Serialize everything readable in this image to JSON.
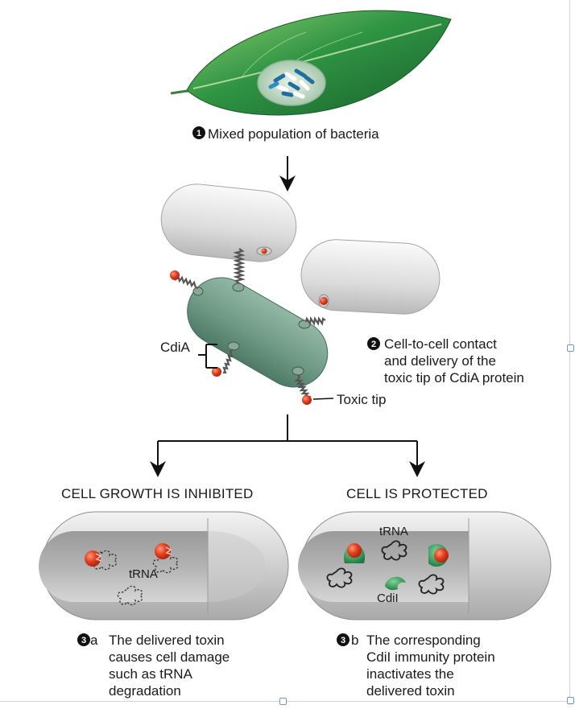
{
  "steps": {
    "s1": {
      "num": "❶",
      "text": "Mixed population of bacteria"
    },
    "s2": {
      "num": "❷",
      "lines": [
        "Cell-to-cell contact",
        "and delivery of the",
        "toxic tip of CdiA protein"
      ]
    },
    "s3a": {
      "num": "❸",
      "letter": "a",
      "lines": [
        "The delivered toxin",
        "causes cell damage",
        "such as tRNA",
        "degradation"
      ]
    },
    "s3b": {
      "num": "❸",
      "letter": "b",
      "lines": [
        "The corresponding",
        "CdiI immunity protein",
        "inactivates the",
        "delivered toxin"
      ]
    }
  },
  "labels": {
    "cdia": "CdiA",
    "toxic_tip": "Toxic tip",
    "trna_left": "tRNA",
    "trna_right": "tRNA",
    "cdii": "CdiI"
  },
  "outcomes": {
    "left": "CELL GROWTH IS INHIBITED",
    "right": "CELL IS PROTECTED"
  },
  "colors": {
    "leaf": "#2e8b3d",
    "attacker_cell": "#6f9a86",
    "target_cell": "#e6e6e6",
    "toxin": "#e03a1e",
    "immunity_protein": "#2f9a55"
  }
}
